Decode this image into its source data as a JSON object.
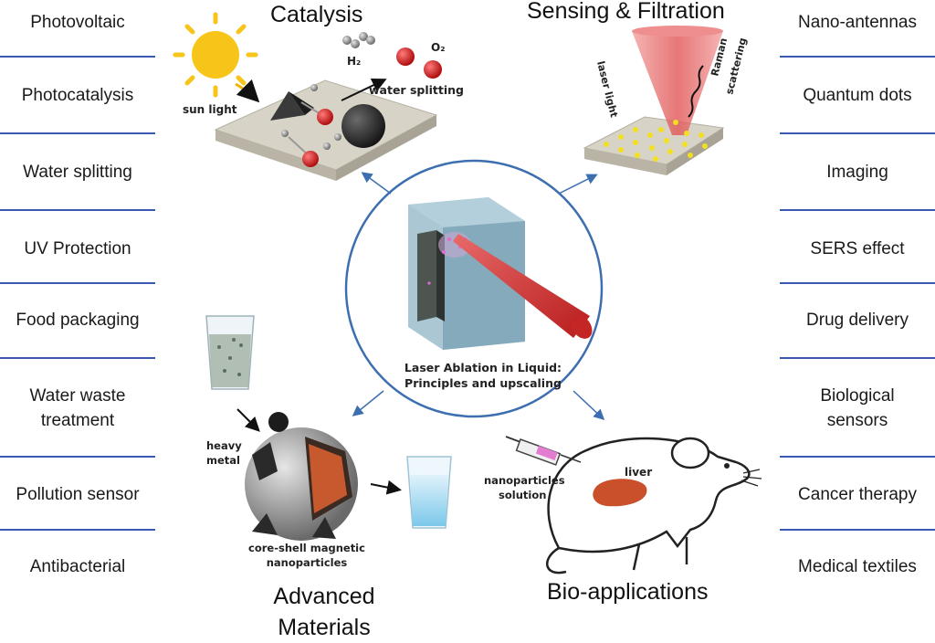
{
  "left_applications": [
    "Photovoltaic",
    "Photocatalysis",
    "Water splitting",
    "UV Protection",
    "Food packaging",
    "Water waste treatment",
    "Pollution sensor",
    "Antibacterial"
  ],
  "right_applications": [
    "Nano-antennas",
    "Quantum dots",
    "Imaging",
    "SERS effect",
    "Drug delivery",
    "Biological sensors",
    "Cancer therapy",
    "Medical textiles"
  ],
  "headings": {
    "catalysis": "Catalysis",
    "sensing": "Sensing & Filtration",
    "advanced": "Advanced Materials",
    "bio": "Bio-applications"
  },
  "center": {
    "line1": "Laser Ablation in Liquid:",
    "line2": "Principles and upscaling"
  },
  "labels": {
    "sun_light": "sun light",
    "h2": "H₂",
    "o2": "O₂",
    "water_splitting": "water splitting",
    "laser_light": "laser light",
    "raman": "Raman",
    "scattering": "scattering",
    "heavy": "heavy",
    "metal": "metal",
    "core_shell_1": "core-shell magnetic",
    "core_shell_2": "nanoparticles",
    "nano_1": "nanoparticles",
    "nano_2": "solution",
    "liver": "liver"
  },
  "colors": {
    "divider": "#3a58b0",
    "circle": "#3d6fb0",
    "laser": "#d63a3a",
    "sun": "#f7c51a",
    "oxygen": "#d61e1e",
    "liver": "#c9502a",
    "plate": "#d7d3c6"
  }
}
